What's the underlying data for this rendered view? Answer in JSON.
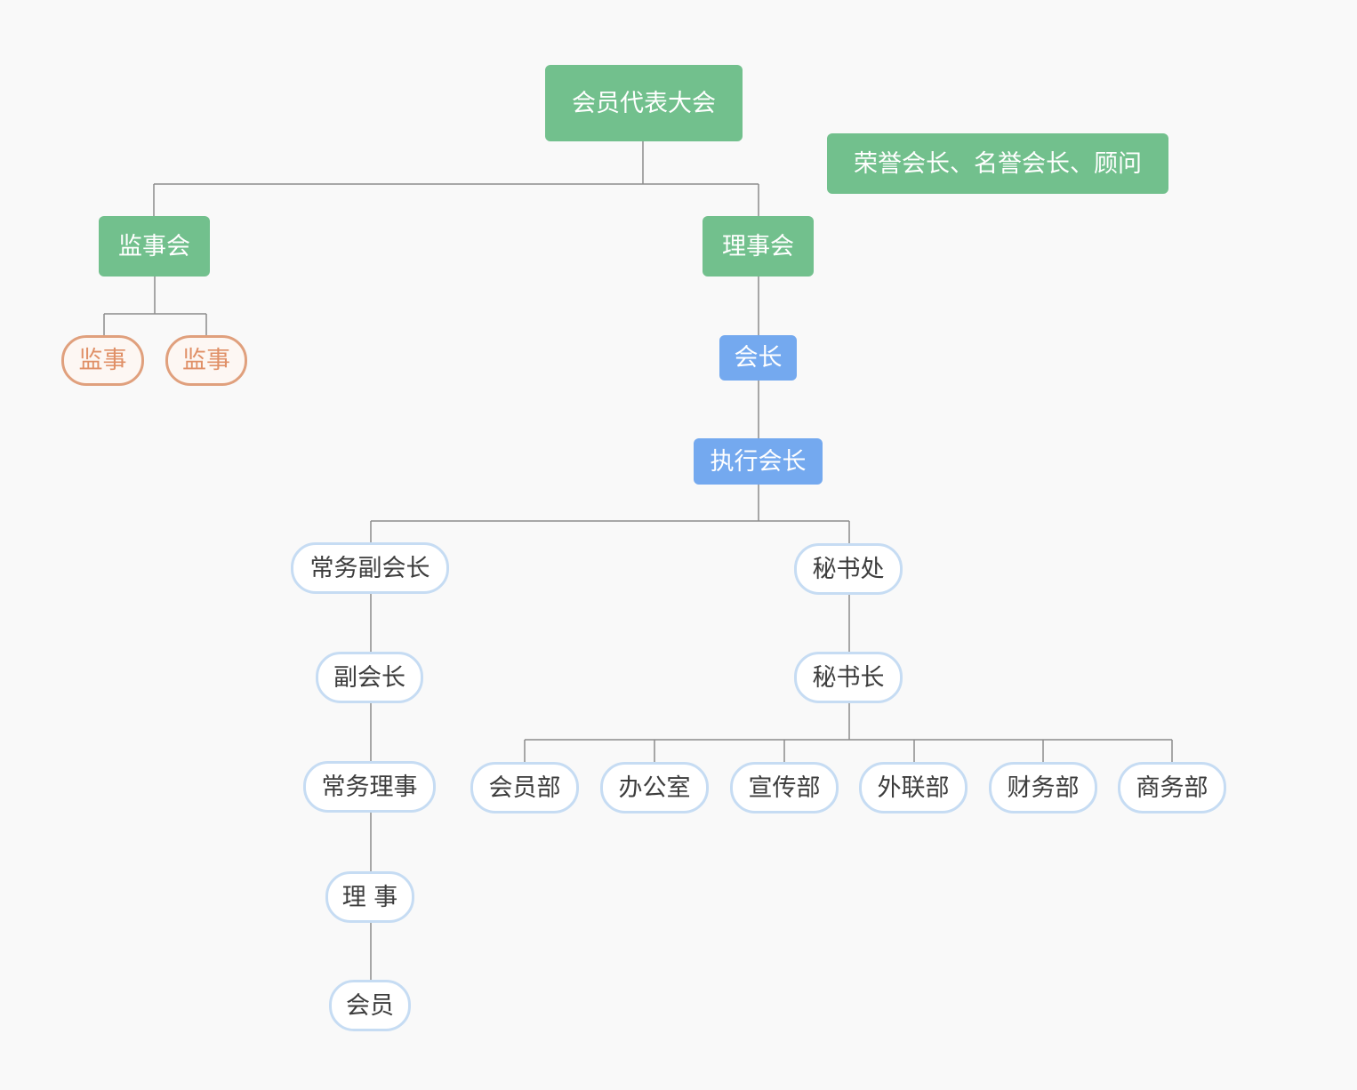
{
  "org_chart": {
    "assembly": "会员代表大会",
    "honorary": "荣誉会长、名誉会长、顾问",
    "supervisory_board": "监事会",
    "supervisors": [
      "监事",
      "监事"
    ],
    "council": "理事会",
    "president": "会长",
    "executive_president": "执行会长",
    "vice_chain": [
      "常务副会长",
      "副会长",
      "常务理事",
      "理 事",
      "会员"
    ],
    "secretariat": "秘书处",
    "secretary_general": "秘书长",
    "departments": [
      "会员部",
      "办公室",
      "宣传部",
      "外联部",
      "财务部",
      "商务部"
    ]
  },
  "colors": {
    "top_level": "#72c08d",
    "presidency": "#74a9ef",
    "supervisor_border": "#e0a07d",
    "supervisor_text": "#e09067",
    "pill_border": "#c6dcf3",
    "pill_text": "#3d3d3d",
    "connector": "#8c8c8c",
    "background": "#f9f9f9"
  }
}
